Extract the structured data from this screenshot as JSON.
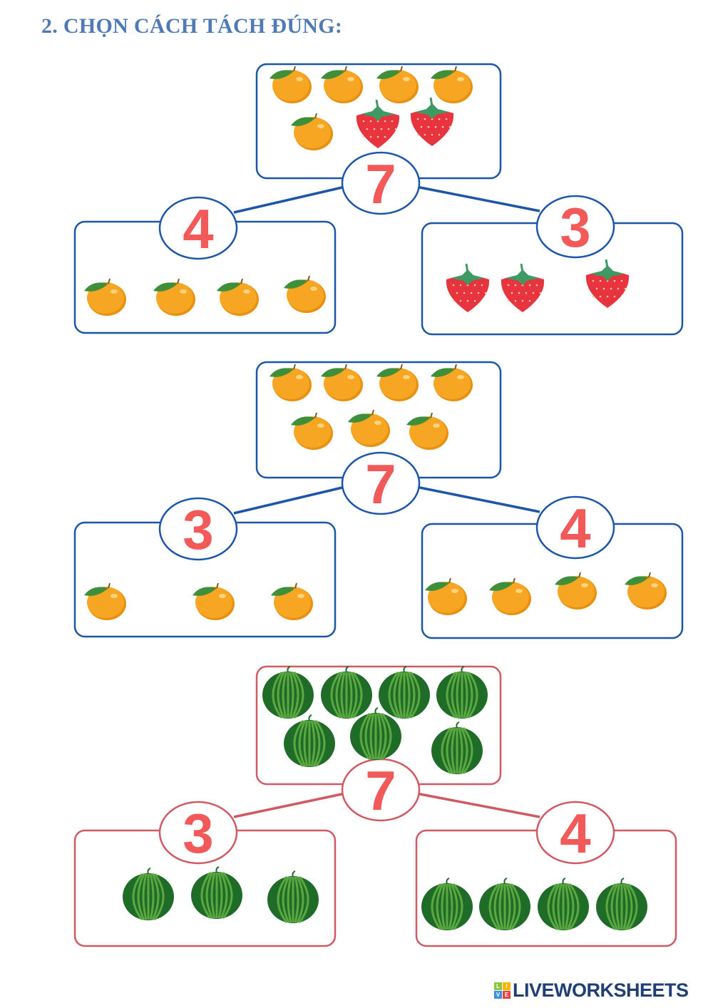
{
  "title": "2. CHỌN CÁCH TÁCH ĐÚNG:",
  "colors": {
    "blue": "#1d56a8",
    "red": "#cf5a64",
    "number": "#f25a5a"
  },
  "diagrams": [
    {
      "color": "blue",
      "total": "7",
      "left": "4",
      "right": "3",
      "top_fruits": [
        "orange",
        "orange",
        "orange",
        "orange",
        "orange",
        "strawberry",
        "strawberry"
      ],
      "left_fruits": [
        "orange",
        "orange",
        "orange",
        "orange"
      ],
      "right_fruits": [
        "strawberry",
        "strawberry",
        "strawberry"
      ]
    },
    {
      "color": "blue",
      "total": "7",
      "left": "3",
      "right": "4",
      "top_fruits": [
        "orange",
        "orange",
        "orange",
        "orange",
        "orange",
        "orange",
        "orange"
      ],
      "left_fruits": [
        "orange",
        "orange",
        "orange"
      ],
      "right_fruits": [
        "orange",
        "orange",
        "orange",
        "orange"
      ]
    },
    {
      "color": "red",
      "total": "7",
      "left": "3",
      "right": "4",
      "top_fruits": [
        "watermelon",
        "watermelon",
        "watermelon",
        "watermelon",
        "watermelon",
        "watermelon",
        "watermelon"
      ],
      "left_fruits": [
        "watermelon",
        "watermelon",
        "watermelon"
      ],
      "right_fruits": [
        "watermelon",
        "watermelon",
        "watermelon",
        "watermelon"
      ]
    }
  ],
  "logo": {
    "text": "LIVEWORKSHEETS",
    "letters": [
      "L",
      "I",
      "V",
      "E"
    ]
  }
}
